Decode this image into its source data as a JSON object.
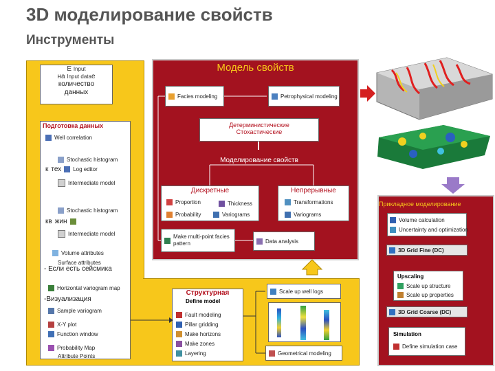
{
  "header": {
    "title": "3D моделирование свойств",
    "subtitle": "Инструменты"
  },
  "left_panel": {
    "input_box": {
      "line1": "Е",
      "line1b": "Input",
      "line2": "на",
      "line2b": "Input data",
      "line2c": "е",
      "line3": "количество",
      "line4": "данных"
    },
    "data_prep_header": "Подготовка данных",
    "items": {
      "well_correlation": "Well correlation",
      "histogram1": "Stochastic histogram",
      "log_edit_prefix": "к",
      "log_edit_mid": "тех",
      "log_editor": "Log editor",
      "var_model1": "Intermediate model",
      "histogram2": "Stochastic histogram",
      "kv_prefix": "кв",
      "kv_mid": "жин",
      "var_model2": "Intermediate model",
      "volume_attributes": "Volume attributes",
      "surface_attributes": "Surface attributes",
      "seismic_note": "- Если есть сейсмика",
      "horizontal_variogram": "Horizontal variogram map",
      "visualization": "-Визуализация",
      "sample_variogram": "Sample variogram",
      "xy_plot": "X-Y plot",
      "function_win": "Function window",
      "probability_map": "Probability Map",
      "attribute_points": "Attribute Points"
    }
  },
  "property_model": {
    "title": "Модель свойств",
    "facies_modeling": "Facies modeling",
    "petrophysical_modeling": "Petrophysical modeling",
    "methods_line1": "Детерминистические",
    "methods_line2": "Стохастические",
    "property_modeling_label": "Моделирование свойств",
    "discrete_header": "Дискретные",
    "discrete_items": [
      "Proportion",
      "Probability",
      "Thickness",
      "Variograms"
    ],
    "continuous_header": "Непрерывные",
    "continuous_items": [
      "Transformations",
      "Variograms"
    ],
    "multipoint": "Make multi-point facies pattern",
    "data_analysis": "Data analysis"
  },
  "structural": {
    "header": "Структурная",
    "sub": "Define model",
    "items": [
      "Fault modeling",
      "Pillar gridding",
      "Make horizons",
      "Make zones",
      "Layering"
    ],
    "scale_up": "Scale up well logs",
    "geometrical_modeling": "Geometrical modeling"
  },
  "applied": {
    "header": "Прикладное моделирование",
    "volume_calculation": "Volume calculation",
    "uncertainty": "Uncertainty and optimization",
    "grid_fine": "3D Grid Fine (DC)",
    "upscaling": "Upscaling",
    "scale_up_structure": "Scale up structure",
    "scale_up_properties": "Scale up properties",
    "grid_coarse": "3D Grid Coarse (DC)",
    "simulation": "Simulation",
    "define_case": "Define simulation case"
  },
  "colors": {
    "yellow_panel": "#f7c71b",
    "red_panel": "#a3121f",
    "accent_red": "#b3121f"
  }
}
